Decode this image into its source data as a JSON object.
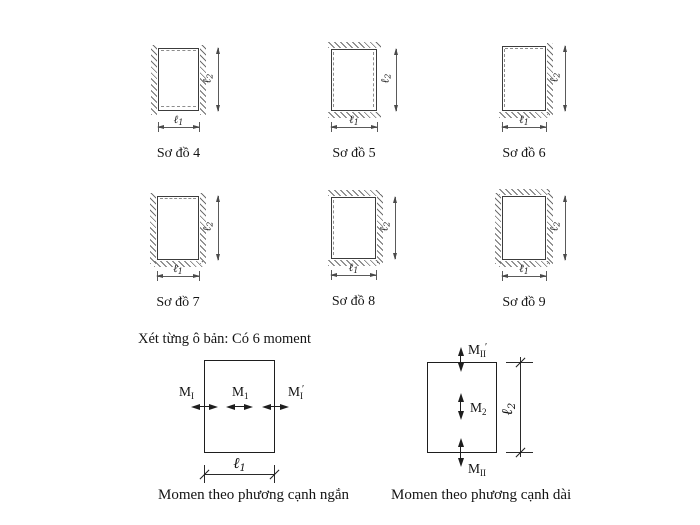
{
  "section_note": "Xét từng ô bản: Có 6 moment",
  "dims": {
    "ell": "ℓ",
    "sub1": "1",
    "sub2": "2"
  },
  "schemes": [
    {
      "label": "Sơ đồ 4",
      "hatched": [
        "left",
        "right"
      ],
      "dashed": [
        "top",
        "bottom"
      ]
    },
    {
      "label": "Sơ đồ 5",
      "hatched": [
        "top",
        "bottom"
      ],
      "dashed": [
        "left",
        "right"
      ]
    },
    {
      "label": "Sơ đồ 6",
      "hatched": [
        "right",
        "bottom"
      ],
      "dashed": [
        "left",
        "top"
      ]
    },
    {
      "label": "Sơ đồ 7",
      "hatched": [
        "left",
        "right",
        "bottom"
      ],
      "dashed": [
        "top"
      ]
    },
    {
      "label": "Sơ đồ 8",
      "hatched": [
        "top",
        "right",
        "bottom"
      ],
      "dashed": [
        "left"
      ]
    },
    {
      "label": "Sơ đồ 9",
      "hatched": [
        "left",
        "right",
        "top",
        "bottom"
      ],
      "dashed": []
    }
  ],
  "moments": {
    "short": {
      "caption": "Momen theo phương cạnh ngắn",
      "left": {
        "base": "M",
        "sub": "I",
        "prime": ""
      },
      "mid": {
        "base": "M",
        "sub": "1",
        "prime": ""
      },
      "right": {
        "base": "M",
        "sub": "I",
        "prime": "′"
      },
      "dim": {
        "ell": "ℓ",
        "sub": "1"
      }
    },
    "long": {
      "caption": "Momen theo phương cạnh dài",
      "top": {
        "base": "M",
        "sub": "II",
        "prime": "′"
      },
      "mid": {
        "base": "M",
        "sub": "2",
        "prime": ""
      },
      "bottom": {
        "base": "M",
        "sub": "II",
        "prime": ""
      },
      "dim": {
        "ell": "ℓ",
        "sub": "2"
      }
    }
  }
}
